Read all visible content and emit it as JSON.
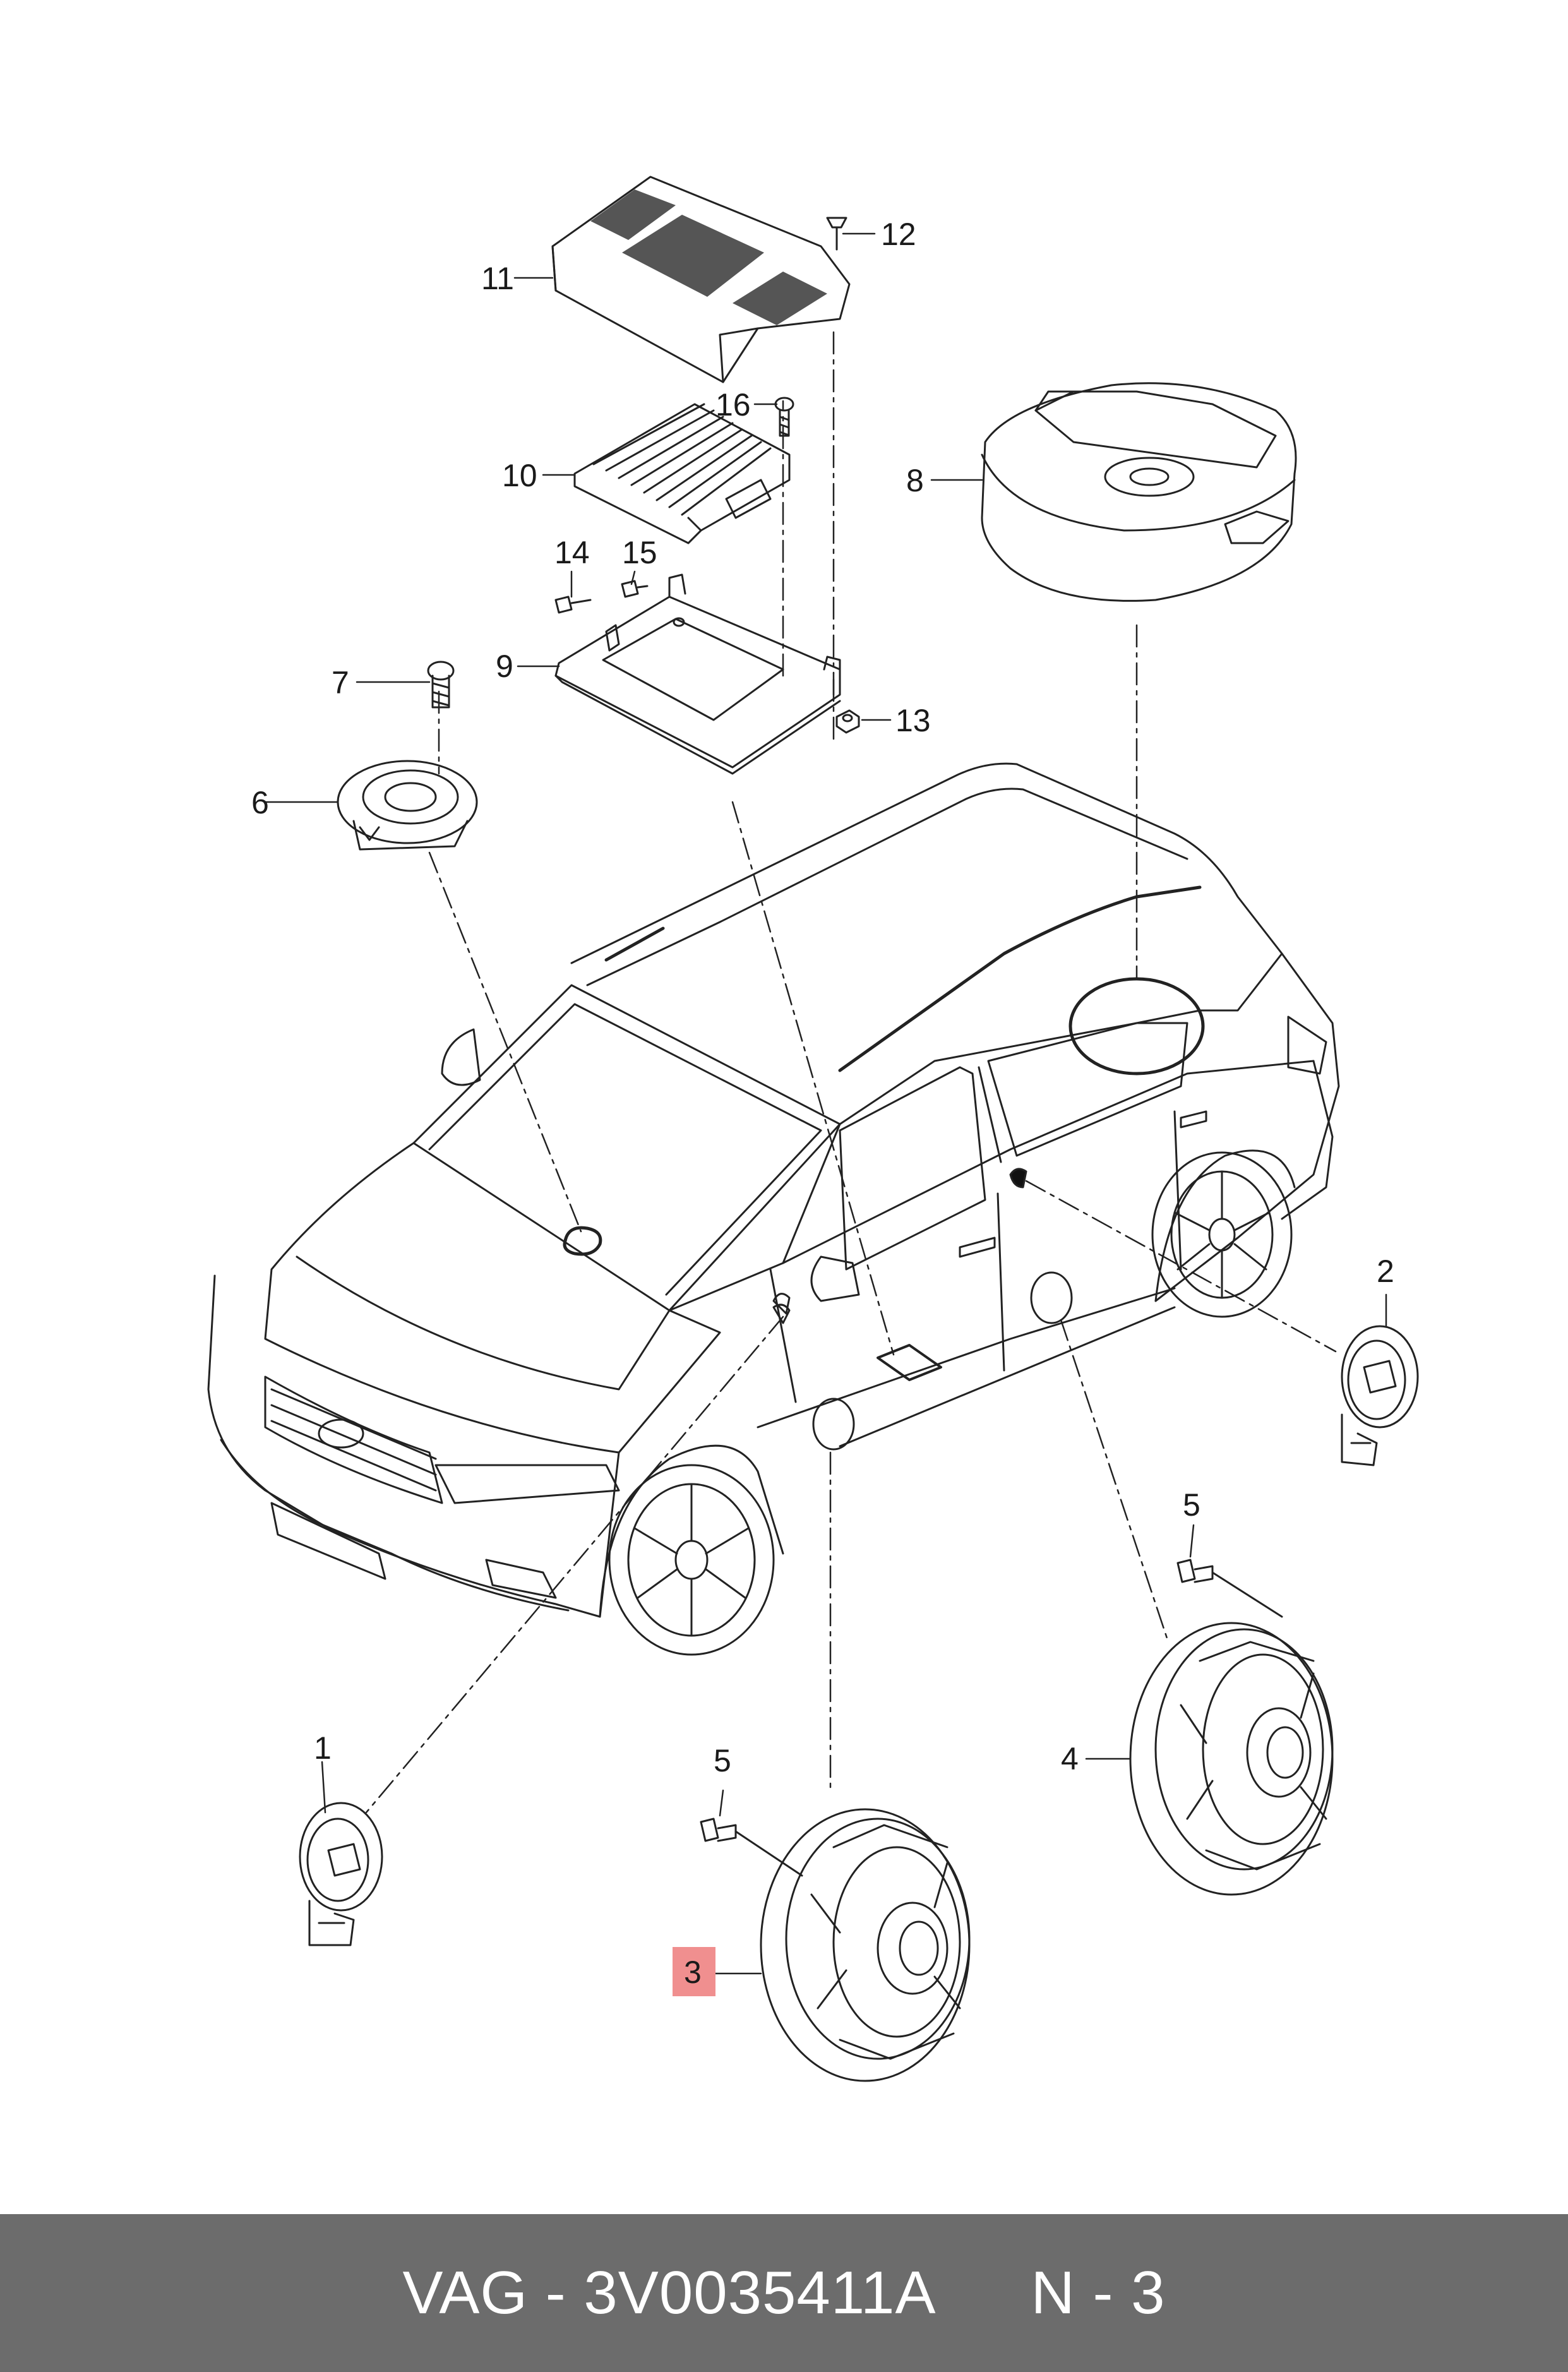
{
  "callouts": {
    "c1": "1",
    "c2": "2",
    "c3": "3",
    "c4": "4",
    "c5a": "5",
    "c5b": "5",
    "c6": "6",
    "c7": "7",
    "c8": "8",
    "c9": "9",
    "c10": "10",
    "c11": "11",
    "c12": "12",
    "c13": "13",
    "c14": "14",
    "c15": "15",
    "c16": "16"
  },
  "highlight": {
    "part": "3",
    "color": "#f08f8f"
  },
  "footer": {
    "part_number": "VAG - 3V0035411A",
    "page_ref": "N - 3",
    "background_color": "#6c6c6c"
  }
}
